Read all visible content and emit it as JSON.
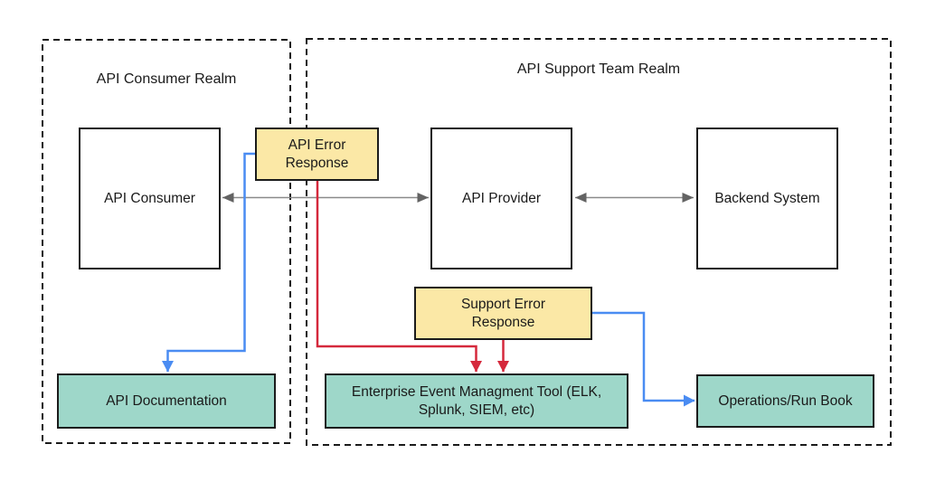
{
  "colors": {
    "yellow_fill": "#FBE8A6",
    "teal_fill": "#9ED7C9",
    "blue_line": "#4A8CF2",
    "red_line": "#D5293C",
    "gray_line": "#8A8A8A",
    "gray_arrow": "#636363",
    "node_border": "#1B1B1B",
    "realm_border": "#1B1B1B",
    "text": "#1A1A1A"
  },
  "realms": {
    "consumer": {
      "title": "API Consumer Realm"
    },
    "support": {
      "title": "API Support Team Realm"
    }
  },
  "nodes": {
    "api_consumer": {
      "label": "API Consumer"
    },
    "api_provider": {
      "label": "API Provider"
    },
    "backend_system": {
      "label": "Backend System"
    },
    "api_error_response": {
      "label": "API Error\nResponse"
    },
    "support_error_response": {
      "label": "Support Error\nResponse"
    },
    "api_documentation": {
      "label": "API Documentation"
    },
    "event_tool": {
      "label": "Enterprise Event Managment Tool (ELK,\nSplunk, SIEM, etc)"
    },
    "ops_run_book": {
      "label": "Operations/Run Book"
    }
  },
  "edges": [
    {
      "from": "api_consumer",
      "to": "api_provider",
      "color": "gray",
      "arrows": "both"
    },
    {
      "from": "api_provider",
      "to": "backend_system",
      "color": "gray",
      "arrows": "both"
    },
    {
      "from": "api_error_response",
      "to": "api_documentation",
      "color": "blue",
      "arrows": "end"
    },
    {
      "from": "api_error_response",
      "to": "event_tool",
      "color": "red",
      "arrows": "end"
    },
    {
      "from": "support_error_response",
      "to": "event_tool",
      "color": "red",
      "arrows": "end"
    },
    {
      "from": "support_error_response",
      "to": "ops_run_book",
      "color": "blue",
      "arrows": "end"
    }
  ]
}
